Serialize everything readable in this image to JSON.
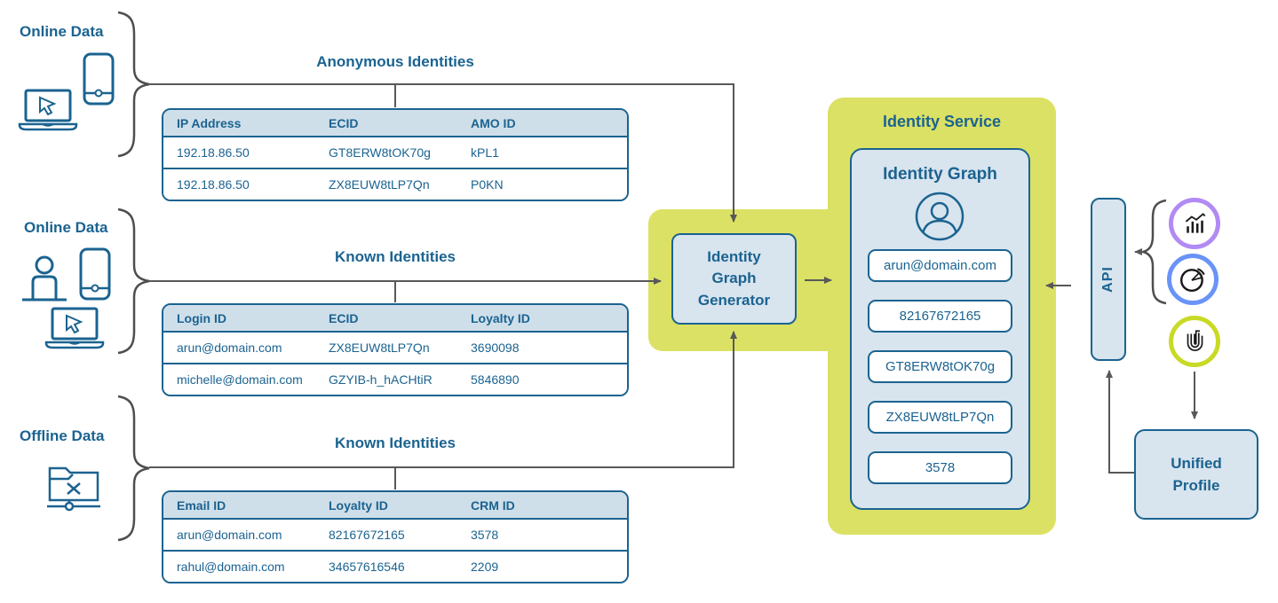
{
  "colors": {
    "accent_blue": "#1b6390",
    "box_fill": "#d8e4ee",
    "table_header_fill": "#cfdfea",
    "panel_green": "#dbe164",
    "ring_green": "#c8da25",
    "ring_purple": "#b28af3",
    "ring_blue": "#6a93f8",
    "line_gray": "#58585a"
  },
  "sources": [
    {
      "label": "Online Data",
      "icons": [
        "smartphone-icon",
        "laptop-cursor-icon"
      ]
    },
    {
      "label": "Online Data",
      "icons": [
        "person-icon",
        "smartphone-icon",
        "laptop-cursor-icon"
      ]
    },
    {
      "label": "Offline Data",
      "icons": [
        "offline-folder-icon"
      ]
    }
  ],
  "tables": [
    {
      "title": "Anonymous Identities",
      "headers": [
        "IP Address",
        "ECID",
        "AMO ID"
      ],
      "rows": [
        [
          "192.18.86.50",
          "GT8ERW8tOK70g",
          "kPL1"
        ],
        [
          "192.18.86.50",
          "ZX8EUW8tLP7Qn",
          "P0KN"
        ]
      ]
    },
    {
      "title": "Known Identities",
      "headers": [
        "Login ID",
        "ECID",
        "Loyalty ID"
      ],
      "rows": [
        [
          "arun@domain.com",
          "ZX8EUW8tLP7Qn",
          "3690098"
        ],
        [
          "michelle@domain.com",
          "GZYIB-h_hACHtiR",
          "5846890"
        ]
      ]
    },
    {
      "title": "Known Identities",
      "headers": [
        "Email ID",
        "Loyalty ID",
        "CRM ID"
      ],
      "rows": [
        [
          "arun@domain.com",
          "82167672165",
          "3578"
        ],
        [
          "rahul@domain.com",
          "34657616546",
          "2209"
        ]
      ]
    }
  ],
  "generator": {
    "label": "Identity Graph Generator"
  },
  "identity_service": {
    "title": "Identity Service",
    "graph": {
      "title": "Identity Graph",
      "icon": "person-circle-icon",
      "chips": [
        "arun@domain.com",
        "82167672165",
        "GT8ERW8tOK70g",
        "ZX8EUW8tLP7Qn",
        "3578"
      ]
    }
  },
  "api": {
    "label": "API"
  },
  "unified_profile": {
    "label": "Unified Profile"
  },
  "consumers": [
    {
      "icon": "bar-chart-icon"
    },
    {
      "icon": "pie-chart-icon"
    },
    {
      "icon": "journey-logo-icon"
    }
  ]
}
